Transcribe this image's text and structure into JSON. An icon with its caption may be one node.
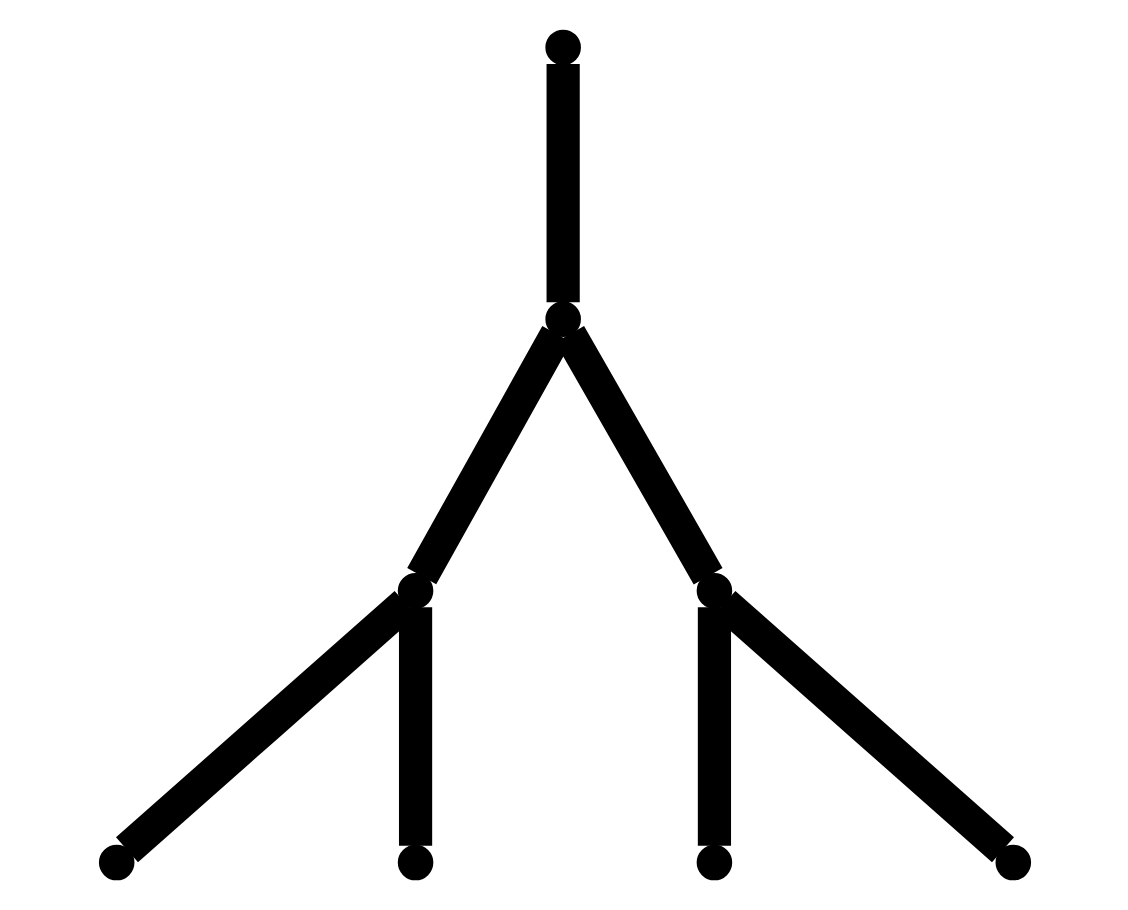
{
  "diagram": {
    "nodes": [
      {
        "text": [],
        "shape": "point"
      },
      {
        "text": [],
        "shape": "point"
      },
      {
        "text": [],
        "shape": "point"
      },
      {
        "text": [],
        "shape": "point"
      },
      {
        "text": [],
        "shape": "point"
      },
      {
        "text": [],
        "shape": "point"
      },
      {
        "text": [],
        "shape": "point"
      },
      {
        "text": [],
        "shape": "point"
      }
    ],
    "edges": [
      {
        "from": 0,
        "to": 1,
        "arrow": "none"
      },
      {
        "from": 1,
        "to": 2,
        "arrow": "none"
      },
      {
        "from": 1,
        "to": 3,
        "arrow": "none"
      },
      {
        "from": 2,
        "to": 4,
        "arrow": "none"
      },
      {
        "from": 2,
        "to": 5,
        "arrow": "none"
      },
      {
        "from": 3,
        "to": 6,
        "arrow": "none"
      },
      {
        "from": 3,
        "to": 7,
        "arrow": "none"
      }
    ]
  }
}
